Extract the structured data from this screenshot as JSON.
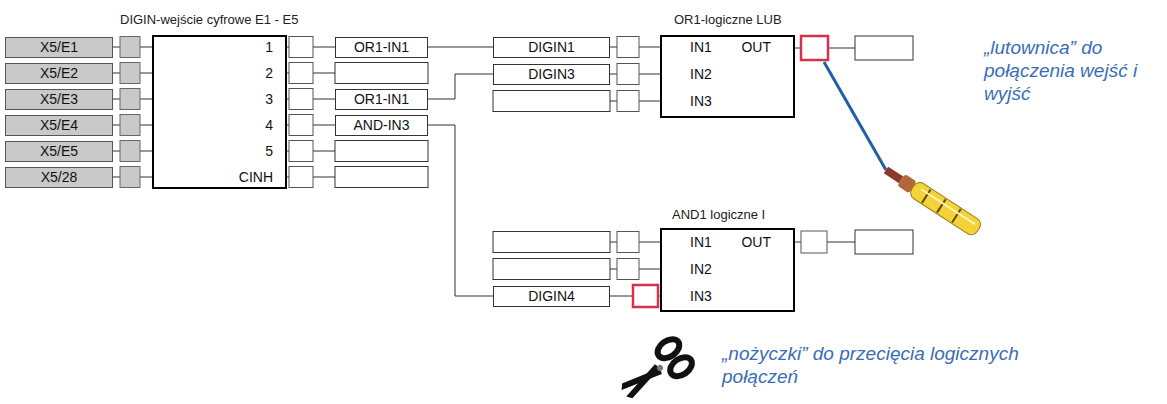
{
  "diagram": {
    "nodes": [
      {
        "text": [
          "X5/E1"
        ]
      },
      {
        "text": [
          "X5/E2"
        ]
      },
      {
        "text": [
          "X5/E3"
        ]
      },
      {
        "text": [
          "X5/E4"
        ]
      },
      {
        "text": [
          "X5/E5"
        ]
      },
      {
        "text": [
          "X5/28"
        ]
      },
      {
        "text": [
          "DIGIN-wejście cyfrowe E1 - E5",
          "1",
          "2",
          "3",
          "4",
          "5",
          "CINH"
        ]
      },
      {
        "text": [
          "OR1-IN1"
        ]
      },
      {
        "text": [
          "OR1-IN1"
        ]
      },
      {
        "text": [
          "AND-IN3"
        ]
      },
      {
        "text": [
          "DIGIN1"
        ]
      },
      {
        "text": [
          "DIGIN3"
        ]
      },
      {
        "text": [
          "OR1-logiczne LUB",
          "IN1",
          "OUT",
          "IN2",
          "IN3"
        ]
      },
      {
        "text": [
          "AND1 logiczne I",
          "IN1",
          "OUT",
          "IN2",
          "IN3"
        ]
      },
      {
        "text": [
          "DIGIN4"
        ]
      }
    ],
    "edges": [
      {
        "from": 0,
        "to": 6,
        "arrow": "none"
      },
      {
        "from": 1,
        "to": 6,
        "arrow": "none"
      },
      {
        "from": 2,
        "to": 6,
        "arrow": "none"
      },
      {
        "from": 3,
        "to": 6,
        "arrow": "none"
      },
      {
        "from": 4,
        "to": 6,
        "arrow": "none"
      },
      {
        "from": 5,
        "to": 6,
        "arrow": "none"
      },
      {
        "from": 6,
        "to": 7,
        "arrow": "none"
      },
      {
        "from": 6,
        "to": 8,
        "arrow": "none"
      },
      {
        "from": 6,
        "to": 9,
        "arrow": "none"
      },
      {
        "from": 7,
        "to": 10,
        "arrow": "none"
      },
      {
        "from": 8,
        "to": 11,
        "arrow": "none"
      },
      {
        "from": 9,
        "to": 14,
        "arrow": "none"
      },
      {
        "from": 10,
        "to": 12,
        "arrow": "none"
      },
      {
        "from": 11,
        "to": 12,
        "arrow": "none"
      },
      {
        "from": 14,
        "to": 13,
        "arrow": "none"
      }
    ],
    "labels": [
      "„lutownica” do połączenia wejść i wyjść",
      "„nożyczki” do przecięcia logicznych połączeń"
    ]
  }
}
